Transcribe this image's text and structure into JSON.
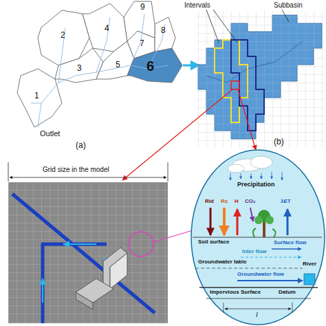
{
  "diagram": {
    "labels": [
      "2",
      "4",
      "9",
      "8",
      "7",
      "3",
      "5",
      "6",
      "1",
      "Outlet",
      "(a)",
      "Intervals",
      "Subbasin",
      "(b)",
      "Grid size in the model",
      "Precipitation",
      "Rld",
      "Rs",
      "H",
      "CO₂",
      "λET",
      "Soil surface",
      "Surface flow",
      "Inter flow",
      "Groundwater table",
      "Groundwater flow",
      "River",
      "Impervious Surface",
      "Datum",
      "l"
    ]
  }
}
